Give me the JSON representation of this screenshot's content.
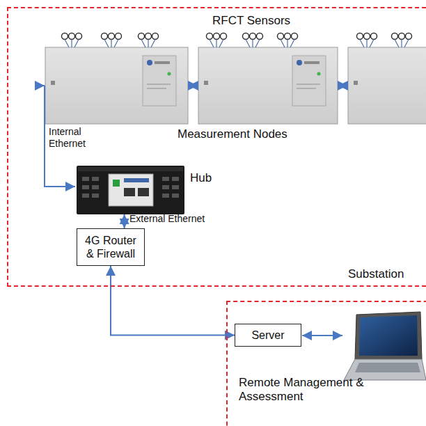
{
  "diagram": {
    "nodes": [
      {
        "text": [
          "Substation"
        ]
      },
      {
        "text": [
          "Hub"
        ],
        "in": 0
      },
      {
        "text": [
          "4G Router & Firewall"
        ],
        "in": 0
      },
      {
        "text": [
          "Remote Management & Assessment"
        ]
      },
      {
        "text": [
          "Server"
        ],
        "in": 3
      }
    ],
    "edges": [
      {
        "from": 1,
        "to": 2,
        "arrow": "both"
      },
      {
        "from": 2,
        "to": 4,
        "arrow": "both"
      }
    ],
    "labels": [
      "RFCT Sensors",
      "Measurement Nodes",
      "Internal Ethernet",
      "External Ethernet"
    ]
  }
}
